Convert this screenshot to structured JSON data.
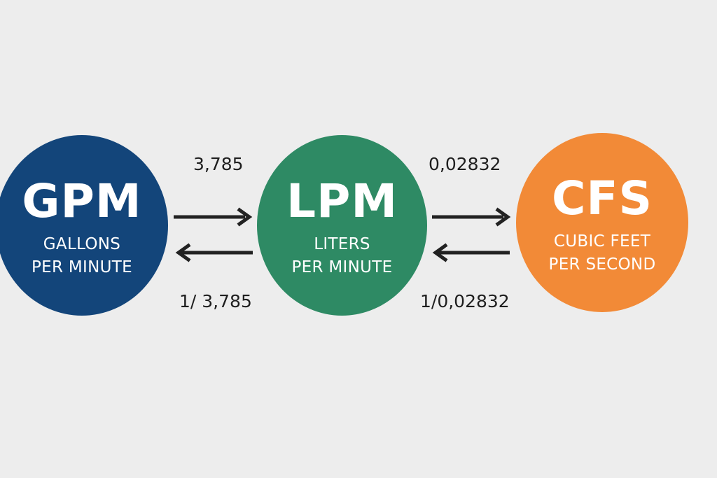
{
  "units": [
    {
      "abbr": "GPM",
      "name_line1": "GALLONS",
      "name_line2": "PER MINUTE",
      "color": "#13457a"
    },
    {
      "abbr": "LPM",
      "name_line1": "LITERS",
      "name_line2": "PER MINUTE",
      "color": "#2e8a64"
    },
    {
      "abbr": "CFS",
      "name_line1": "CUBIC FEET",
      "name_line2": "PER SECOND",
      "color": "#f28a37"
    }
  ],
  "conversions": {
    "gpm_lpm": {
      "forward": "3,785",
      "backward": "1/ 3,785"
    },
    "lpm_cfs": {
      "forward": "0,02832",
      "backward": "1/0,02832"
    }
  },
  "colors": {
    "background": "#ededed",
    "arrow": "#222222",
    "text": "#1e1e1e"
  }
}
